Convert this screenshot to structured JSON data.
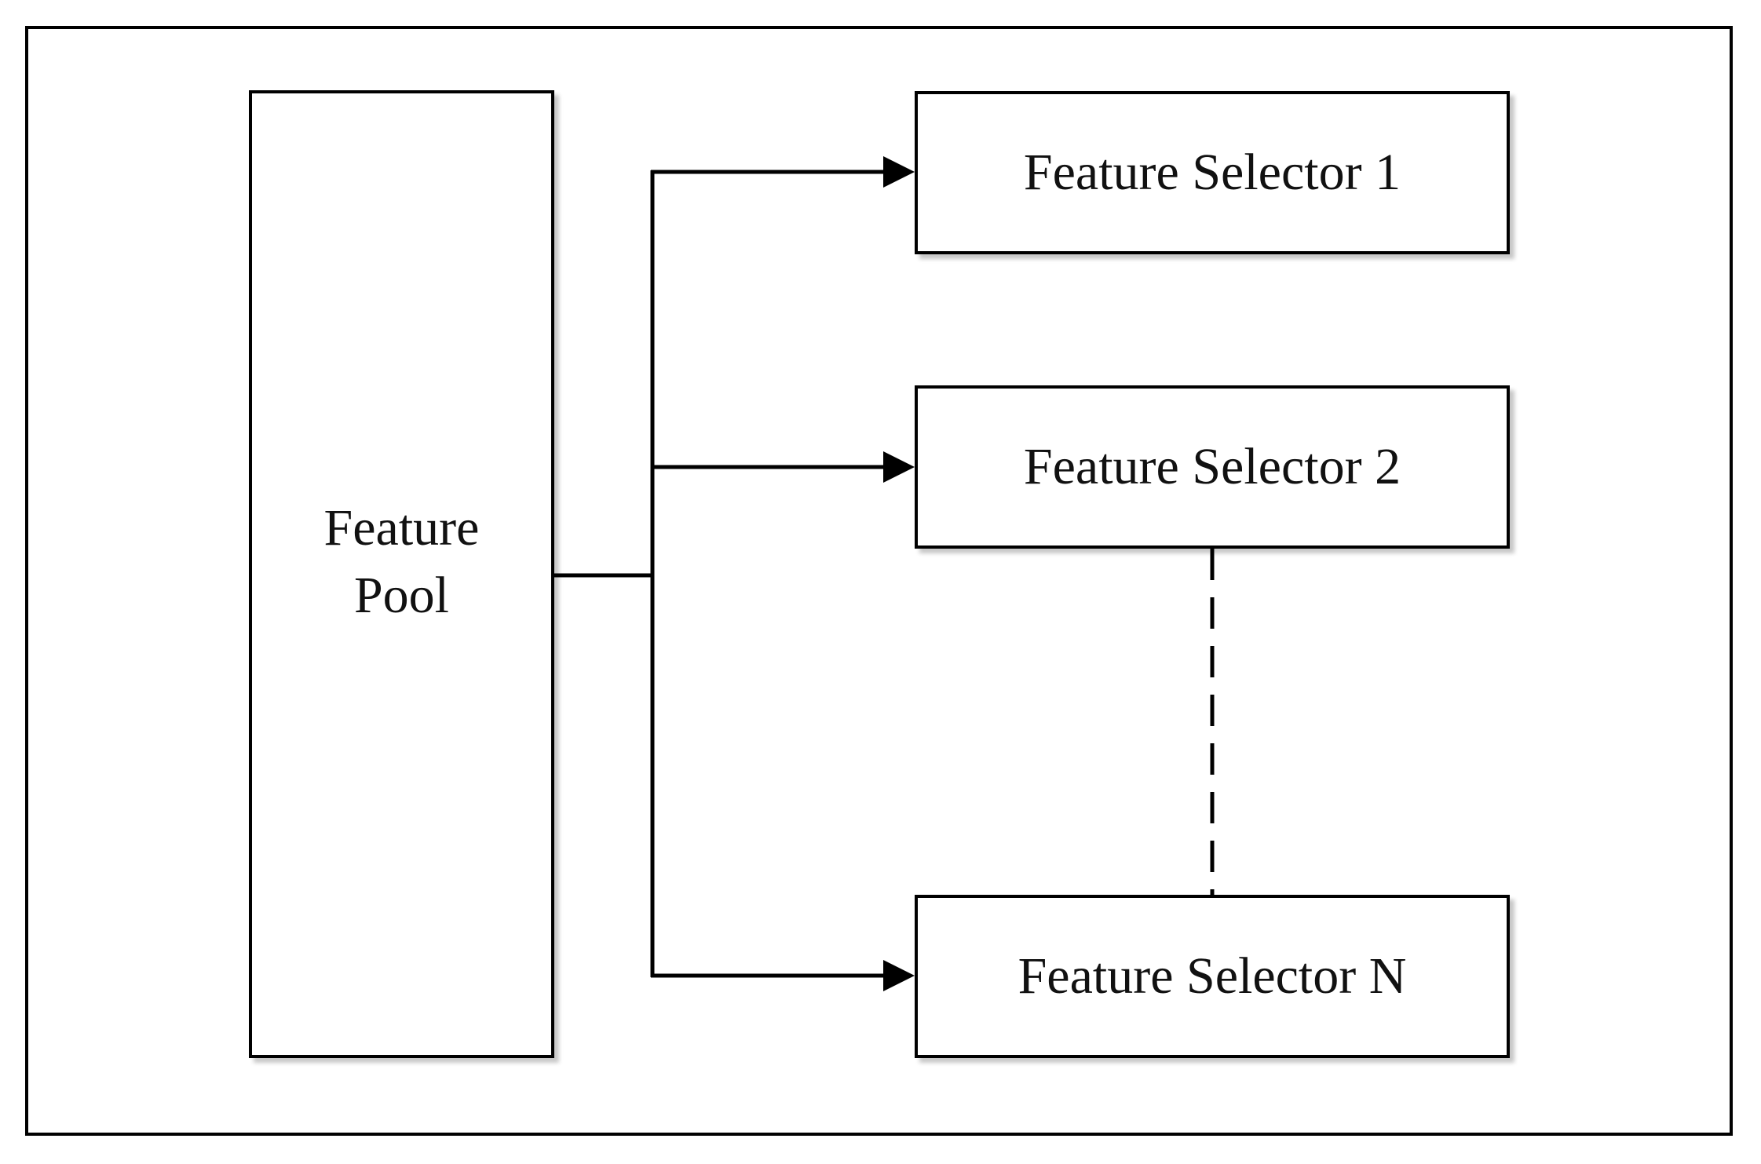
{
  "diagram": {
    "pool": {
      "label_line1": "Feature",
      "label_line2": "Pool"
    },
    "selectors": [
      {
        "label": "Feature Selector 1"
      },
      {
        "label": "Feature Selector 2"
      },
      {
        "label": "Feature Selector N"
      }
    ]
  }
}
